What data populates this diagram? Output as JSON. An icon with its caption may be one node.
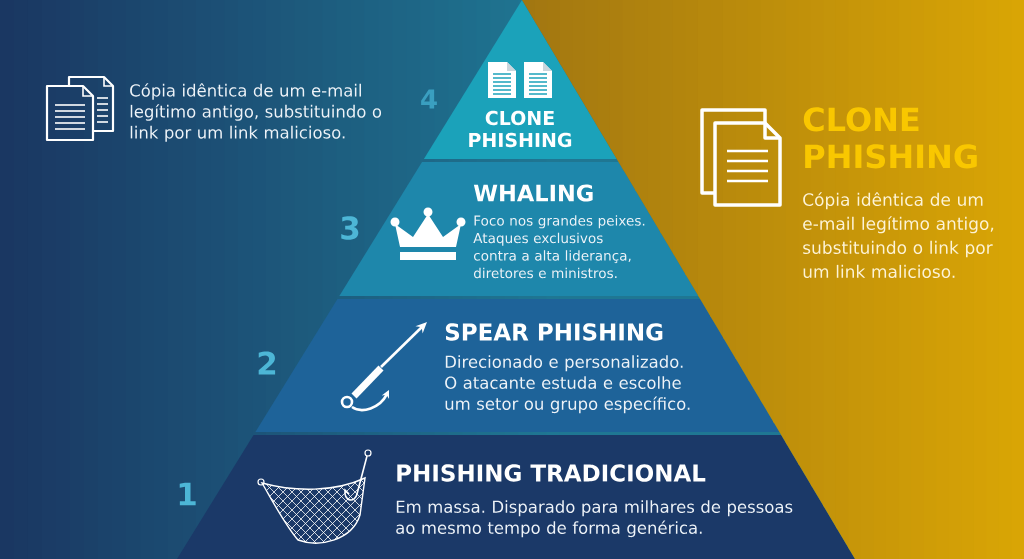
{
  "diagram": {
    "nodes": [
      {
        "text": [
          "CLONE PHISHING"
        ],
        "beside": [
          "4"
        ]
      },
      {
        "text": [
          "WHALING",
          "Foco nos grandes peixes. Ataques exclusivos contra a alta liderança, diretores e ministros."
        ],
        "beside": [
          "3"
        ]
      },
      {
        "text": [
          "SPEAR PHISHING",
          "Direcionado e personalizado. O atacante estuda e escolhe um setor ou grupo específico."
        ],
        "beside": [
          "2"
        ]
      },
      {
        "text": [
          "PHISHING TRADICIONAL",
          "Em massa. Disparado para milhares de pessoas ao mesmo tempo de forma genérica."
        ],
        "beside": [
          "1"
        ]
      },
      {
        "text": [
          "CLONE PHISHING",
          "Cópia idêntica de um e-mail legítimo antigo, substituindo o link por um link malicioso."
        ]
      }
    ],
    "labels": [
      "Cópia idêntica de um e-mail legítimo antigo, substituindo o link por um link malicioso."
    ]
  }
}
